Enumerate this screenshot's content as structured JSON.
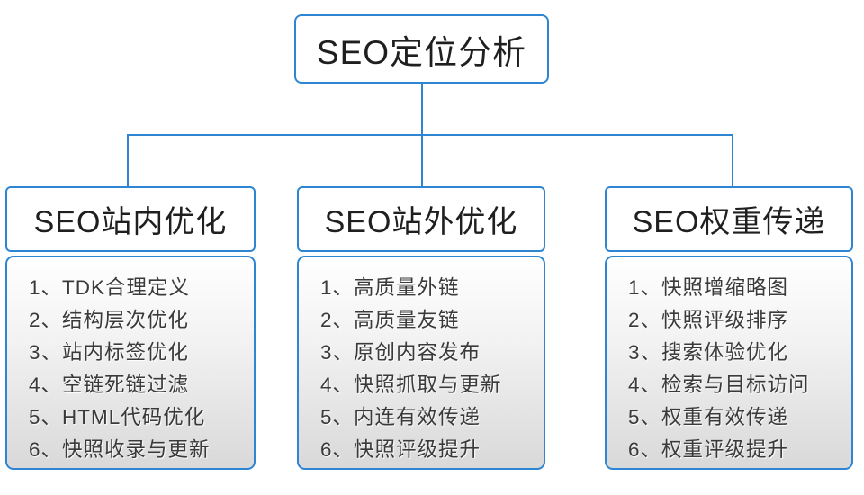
{
  "root": {
    "title": "SEO定位分析"
  },
  "columns": [
    {
      "header": "SEO站内优化",
      "items": [
        "1、TDK合理定义",
        "2、结构层次优化",
        "3、站内标签优化",
        "4、空链死链过滤",
        "5、HTML代码优化",
        "6、快照收录与更新"
      ]
    },
    {
      "header": "SEO站外优化",
      "items": [
        "1、高质量外链",
        "2、高质量友链",
        "3、原创内容发布",
        "4、快照抓取与更新",
        "5、内连有效传递",
        "6、快照评级提升"
      ]
    },
    {
      "header": "SEO权重传递",
      "items": [
        "1、快照增缩略图",
        "2、快照评级排序",
        "3、搜索体验优化",
        "4、检索与目标访问",
        "5、权重有效传递",
        "6、权重评级提升"
      ]
    }
  ],
  "colors": {
    "accent": "#2e86d3",
    "panel_gradient_top": "#ffffff",
    "panel_gradient_bottom": "#d9d9d9",
    "heading_text": "#1f1f1f",
    "list_text": "#3a3a3a"
  }
}
